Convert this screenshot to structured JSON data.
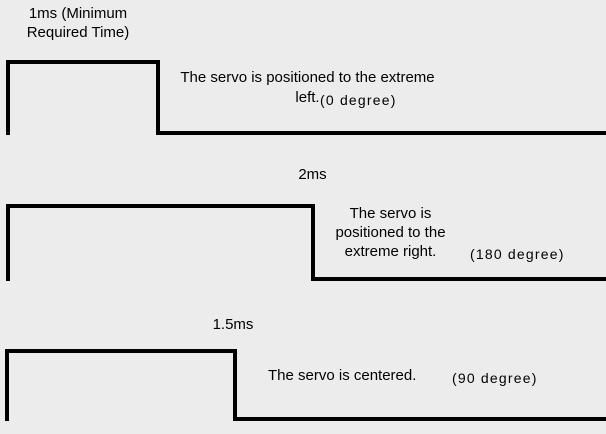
{
  "diagram": {
    "background_color": "#ececec",
    "line_color": "#000000",
    "text_color": "#000000",
    "waveforms": [
      {
        "label": "1ms (Minimum\nRequired Time)",
        "caption": "The servo is positioned to the extreme\nleft.",
        "degree_note": "(0 degree)"
      },
      {
        "label": "2ms",
        "caption": "The servo is\npositioned to the\nextreme right.",
        "degree_note": "(180 degree)"
      },
      {
        "label": "1.5ms",
        "caption": "The servo is centered.",
        "degree_note": "(90 degree)"
      }
    ]
  }
}
